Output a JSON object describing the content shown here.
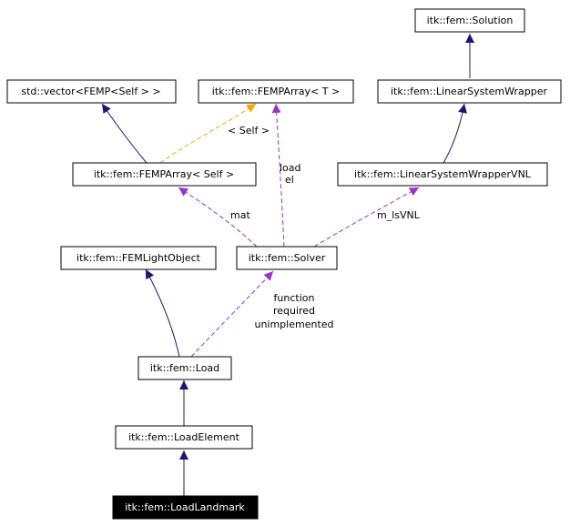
{
  "colors": {
    "inheritance": "#191970",
    "usage": "#9a32cd",
    "template": "#ffa500",
    "highlight_bg": "#000000",
    "highlight_text": "#ffffff"
  },
  "nodes": {
    "solution": "itk::fem::Solution",
    "std_vector": "std::vector<FEMP<Self > >",
    "femparray_t": "itk::fem::FEMPArray< T >",
    "linear_system_wrapper": "itk::fem::LinearSystemWrapper",
    "femparray_self": "itk::fem::FEMPArray< Self >",
    "linear_system_wrapper_vnl": "itk::fem::LinearSystemWrapperVNL",
    "fem_light_object": "itk::fem::FEMLightObject",
    "solver": "itk::fem::Solver",
    "load": "itk::fem::Load",
    "load_element": "itk::fem::LoadElement",
    "load_landmark": "itk::fem::LoadLandmark"
  },
  "edge_labels": {
    "template_self": "< Self >",
    "load_el_1": "load",
    "load_el_2": "el",
    "mat": "mat",
    "m_ls_vnl": "m_lsVNL",
    "function_1": "function",
    "function_2": "required",
    "function_3": "unimplemented"
  }
}
